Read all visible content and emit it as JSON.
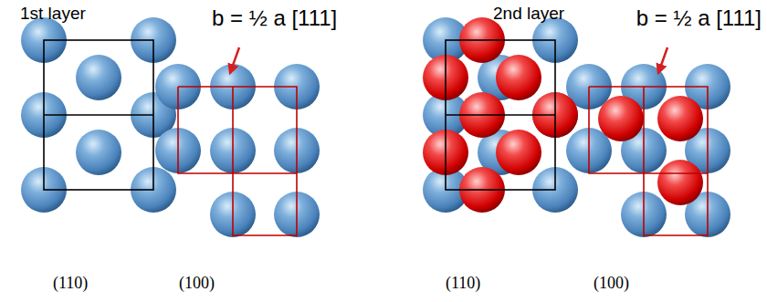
{
  "diagram": {
    "labels": [
      "1st layer",
      "b = ½ a [111]",
      "(110)",
      "(100)",
      "2nd layer",
      "b = ½ a [111]",
      "(110)",
      "(100)"
    ]
  }
}
